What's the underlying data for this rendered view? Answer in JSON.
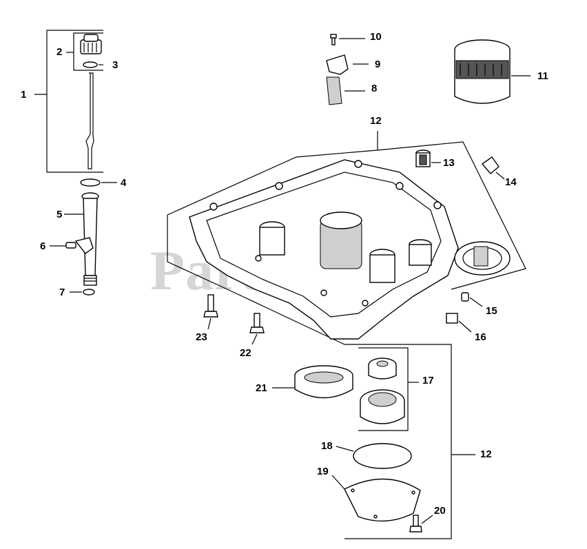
{
  "watermark": "PartsTree",
  "callouts": {
    "c1": "1",
    "c2": "2",
    "c3": "3",
    "c4": "4",
    "c5": "5",
    "c6": "6",
    "c7": "7",
    "c8": "8",
    "c9": "9",
    "c10": "10",
    "c11": "11",
    "c12a": "12",
    "c12b": "12",
    "c13": "13",
    "c14": "14",
    "c15": "15",
    "c16": "16",
    "c17": "17",
    "c18": "18",
    "c19": "19",
    "c20": "20",
    "c21": "21",
    "c22": "22",
    "c23": "23"
  }
}
